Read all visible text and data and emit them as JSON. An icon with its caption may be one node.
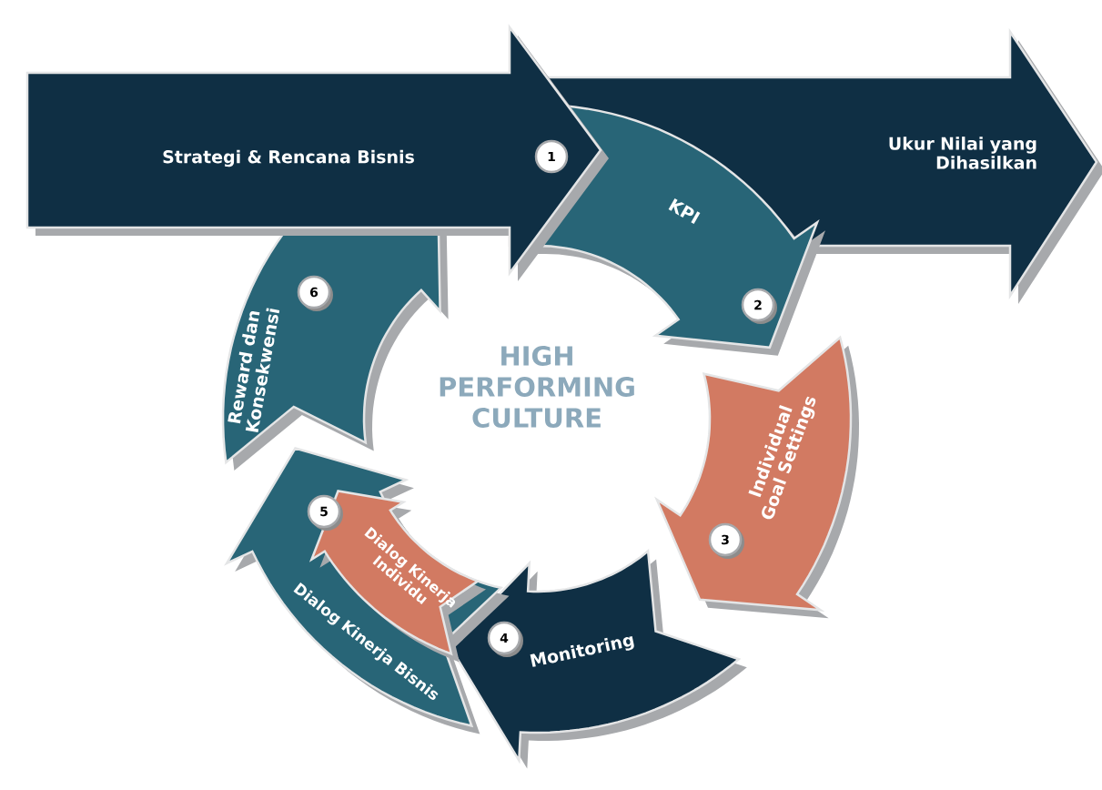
{
  "diagram": {
    "nodes": [
      {
        "text": [
          "Strategi & Rencana Bisnis"
        ]
      },
      {
        "text": [
          "1"
        ]
      },
      {
        "text": [
          "Ukur Nilai yang Dihasilkan"
        ]
      },
      {
        "text": [
          "KPI"
        ]
      },
      {
        "text": [
          "2"
        ],
        "in": 3
      },
      {
        "text": [
          "Individual Goal Settings"
        ]
      },
      {
        "text": [
          "3"
        ],
        "in": 5
      },
      {
        "text": [
          "Monitoring"
        ]
      },
      {
        "text": [
          "4"
        ],
        "in": 7
      },
      {
        "text": [
          "Dialog Kinerja Bisnis"
        ]
      },
      {
        "text": [
          "Dialog Kinerja Individu"
        ],
        "in": 9
      },
      {
        "text": [
          "5"
        ],
        "in": 9
      },
      {
        "text": [
          "Reward dan Konsekwensi"
        ]
      },
      {
        "text": [
          "6"
        ],
        "in": 12
      }
    ],
    "labels": [
      "HIGH PERFORMING CULTURE"
    ]
  }
}
